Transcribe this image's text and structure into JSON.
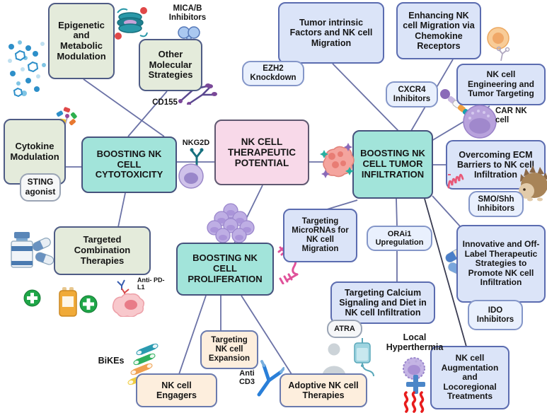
{
  "title": "NK cell therapeutic potential concept map",
  "boxes": {
    "epigenetic": {
      "label": "Epigenetic and Metabolic Modulation"
    },
    "other_molecular": {
      "label": "Other Molecular Strategies"
    },
    "tumor_intrinsic": {
      "label": "Tumor intrinsic Factors and NK cell Migration"
    },
    "enhancing_migration": {
      "label": "Enhancing NK cell Migration via Chemokine Receptors"
    },
    "ezh2": {
      "label": "EZH2 Knockdown"
    },
    "cxcr4": {
      "label": "CXCR4 Inhibitors"
    },
    "nk_engineering": {
      "label": "NK cell Engineering and Tumor Targeting"
    },
    "cytokine_modulation": {
      "label": "Cytokine Modulation"
    },
    "sting": {
      "label": "STING agonist"
    },
    "cytotoxicity": {
      "label": "BOOSTING NK CELL CYTOTOXICITY"
    },
    "center": {
      "label": "NK CELL THERAPEUTIC POTENTIAL"
    },
    "infiltration": {
      "label": "BOOSTING NK CELL TUMOR INFILTRATION"
    },
    "overcoming_ecm": {
      "label": "Overcoming ECM Barriers to NK cell Infiltration"
    },
    "smo_shh": {
      "label": "SMO/Shh Inhibitors"
    },
    "targeted_combination": {
      "label": "Targeted Combination Therapies"
    },
    "targeting_micrornas": {
      "label": "Targeting MicroRNAs for NK cell Migration"
    },
    "orai1": {
      "label": "ORAi1 Upregulation"
    },
    "innovative": {
      "label": "Innovative and Off-Label Therapeutic Strategies to Promote NK cell Infiltration"
    },
    "ido": {
      "label": "IDO Inhibitors"
    },
    "proliferation": {
      "label": "BOOSTING NK CELL PROLIFERATION"
    },
    "targeting_calcium": {
      "label": "Targeting Calcium Signaling and Diet in NK cell Infiltration"
    },
    "atra": {
      "label": "ATRA"
    },
    "targeting_expansion": {
      "label": "Targeting NK cell Expansion"
    },
    "nk_engagers": {
      "label": "NK cell Engagers"
    },
    "adoptive": {
      "label": "Adoptive NK cell Therapies"
    },
    "nk_augmentation": {
      "label": "NK cell Augmentation and Locoregional Treatments"
    }
  },
  "annotations": {
    "micab": "MICA/B Inhibitors",
    "cd155": "CD155",
    "nkg2d": "NKG2D",
    "car_nk": "CAR NK cell",
    "anti_pdl1": "Anti- PD-L1",
    "bikes": "BiKEs",
    "anti_cd3": "Anti CD3",
    "local_hyperthermia": "Local Hyperthermia"
  },
  "palette": {
    "teal_box": "#a2e4da",
    "pink_box": "#f8d9e9",
    "green_box": "#e4ebdb",
    "blue_box": "#dbe4f8",
    "light_blue_box": "#e9f0fd",
    "peach_box": "#fdeedd",
    "white_box": "#f6f7f8",
    "connector": "#6b72a6",
    "connector_dark": "#3a3c52"
  }
}
